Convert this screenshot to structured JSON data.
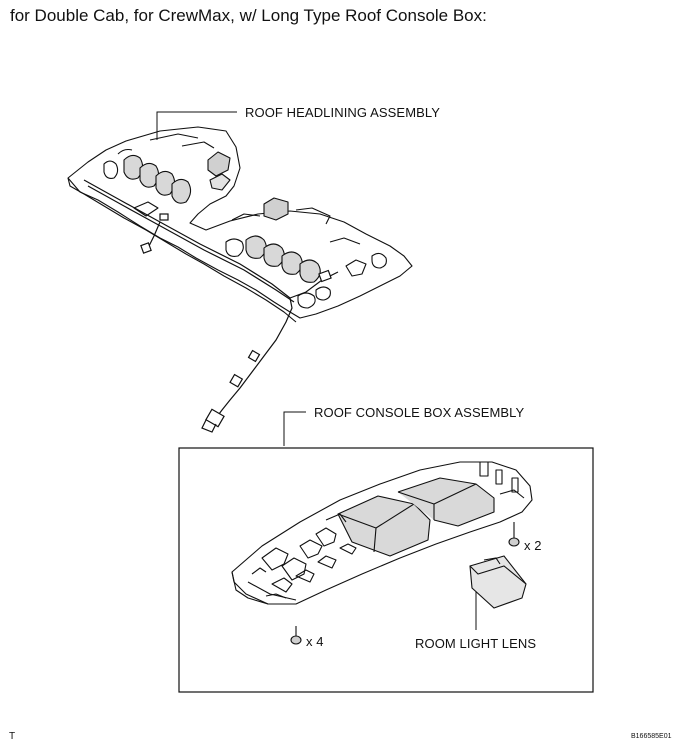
{
  "heading": "for Double Cab, for CrewMax, w/ Long Type Roof Console Box:",
  "labels": {
    "roof_headlining": "ROOF HEADLINING ASSEMBLY",
    "roof_console_box": "ROOF CONSOLE BOX ASSEMBLY",
    "room_light_lens": "ROOM LIGHT LENS",
    "screw_qty_right": "x 2",
    "screw_qty_left": "x 4"
  },
  "footer": {
    "corner_mark": "T",
    "figure_id": "B166585E01"
  }
}
